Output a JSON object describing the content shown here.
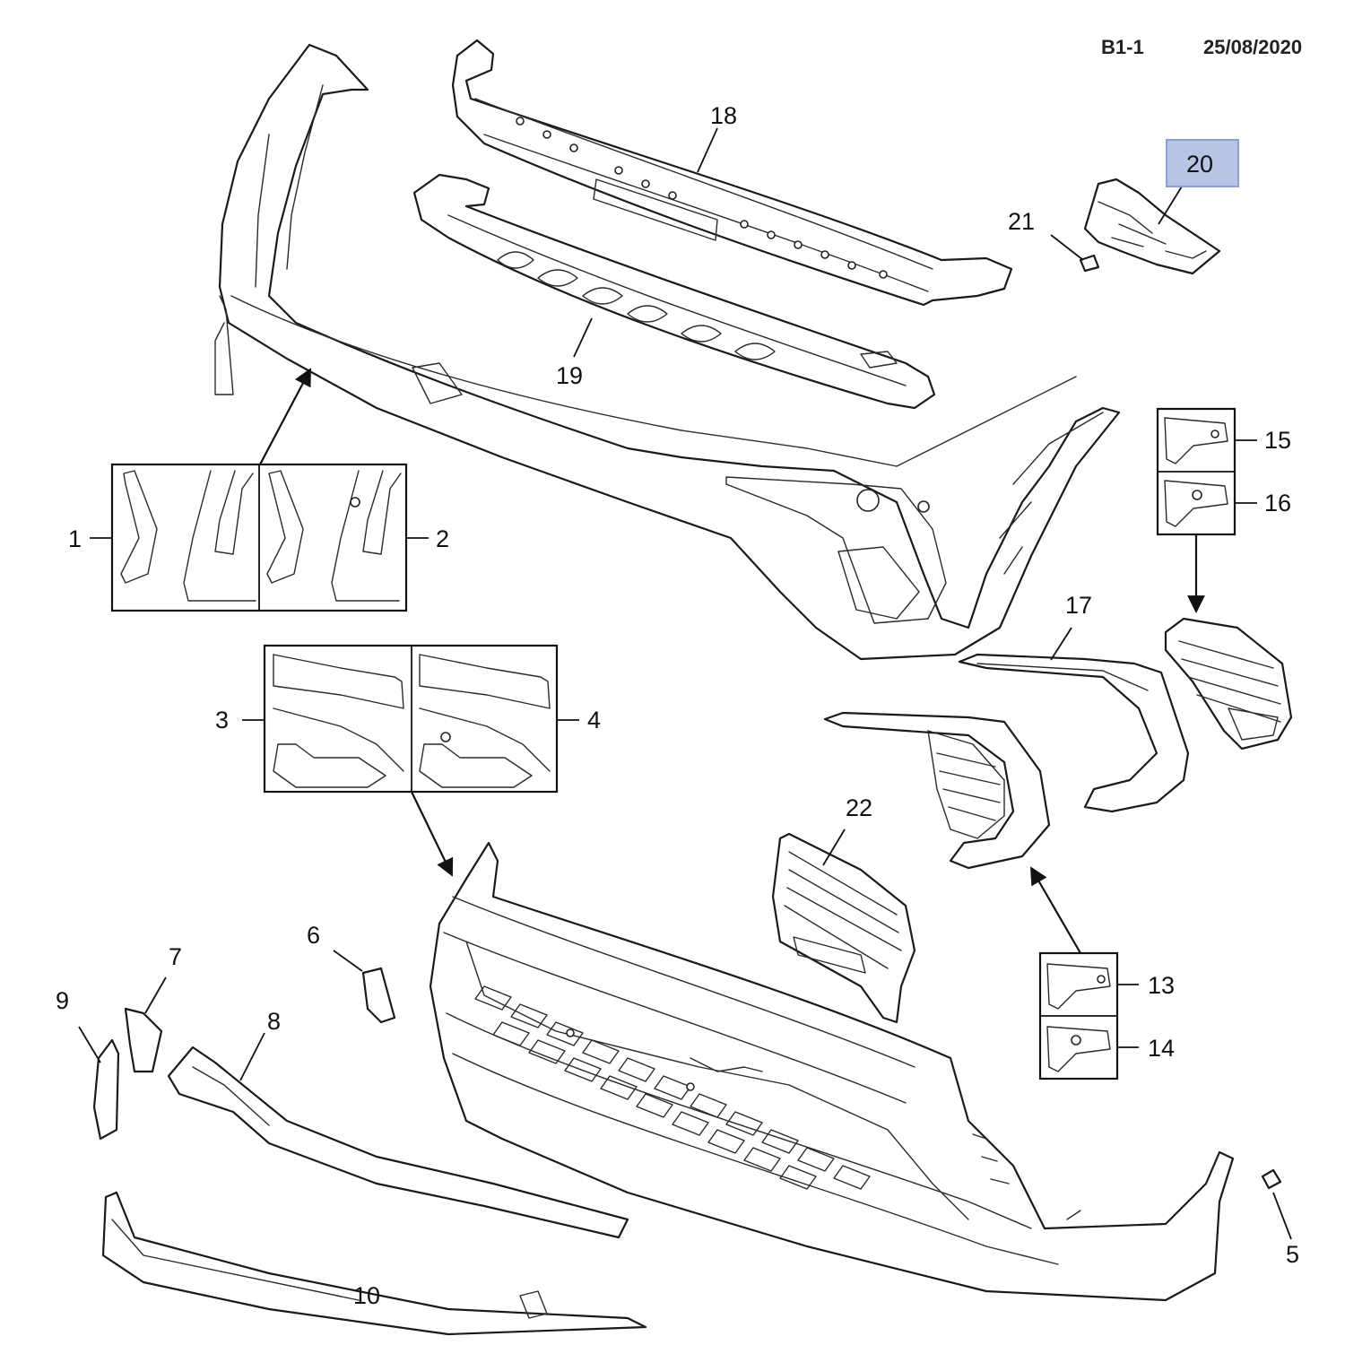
{
  "header": {
    "sheet_code": "B1-1",
    "date": "25/08/2020"
  },
  "highlight": {
    "part": "20",
    "color": "#b7c4e4"
  },
  "callouts": {
    "p1": "1",
    "p2": "2",
    "p3": "3",
    "p4": "4",
    "p5": "5",
    "p6": "6",
    "p7": "7",
    "p8": "8",
    "p9": "9",
    "p10": "10",
    "p13": "13",
    "p14": "14",
    "p15": "15",
    "p16": "16",
    "p17": "17",
    "p18": "18",
    "p19": "19",
    "p20": "20",
    "p21": "21",
    "p22": "22"
  }
}
